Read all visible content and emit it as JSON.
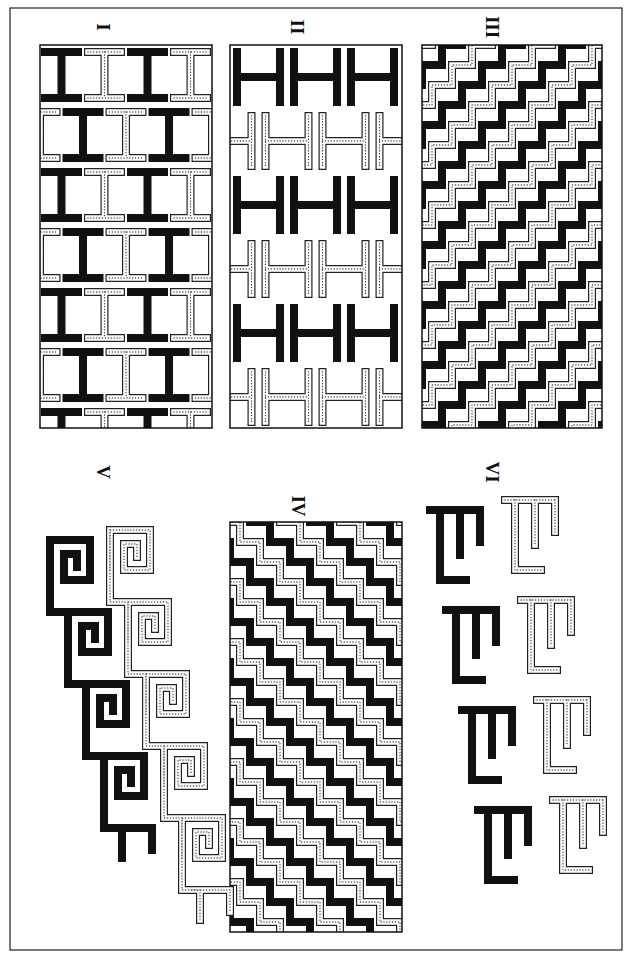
{
  "diagram": {
    "labels": [
      "I",
      "II",
      "III",
      "IV",
      "V",
      "VI"
    ]
  }
}
